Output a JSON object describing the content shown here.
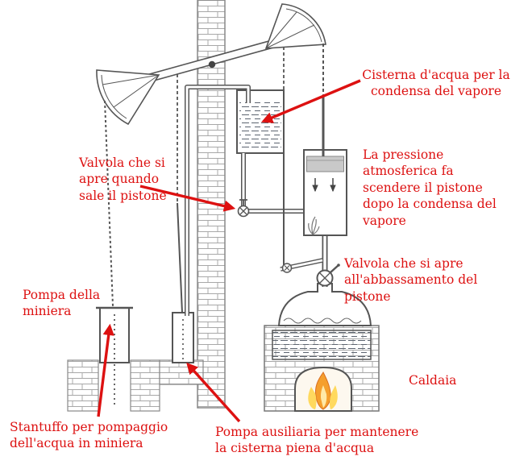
{
  "figure": {
    "type": "diagram",
    "subject": "Newcomen atmospheric steam engine schematic with Italian annotations"
  },
  "colors": {
    "label_red": "#dd1111",
    "line_gray": "#555555",
    "brick_mortar": "#a8a8a8",
    "piston_gray": "#c9c9c9",
    "flame_orange": "#f59f2d",
    "flame_yellow": "#ffd95e"
  },
  "labels": {
    "cistern": "Cisterna d'acqua per la\ncondensa del vapore",
    "pressure": "La pressione\natmosferica fa\nscendere il pistone\ndopo la condensa del\nvapore",
    "valve_piston_rise": "Valvola che si\napre quando\nsale il pistone",
    "valve_piston_descent": "Valvola che si apre\nall'abbassamento del\npistone",
    "mine_pump": "Pompa della\nminiera",
    "boiler": "Caldaia",
    "mine_plunger": "Stantuffo per pompaggio\ndell'acqua in miniera",
    "aux_pump": "Pompa ausiliaria per mantenere\nla cisterna piena d'acqua"
  }
}
